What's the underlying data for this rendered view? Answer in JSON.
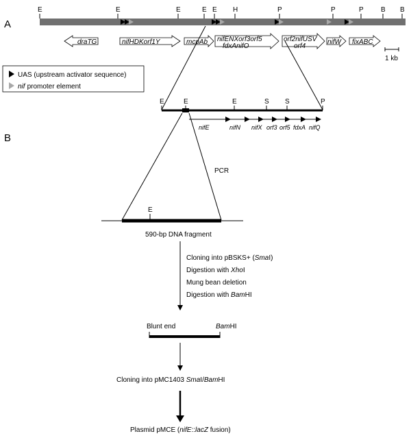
{
  "panel_labels": {
    "a": "A",
    "b": "B"
  },
  "restriction_sites": {
    "top": [
      "E",
      "E",
      "E",
      "E",
      "E",
      "H",
      "P",
      "P",
      "P",
      "B",
      "B"
    ],
    "zoom": [
      "E",
      "E",
      "E",
      "S",
      "S",
      "P"
    ]
  },
  "genes": {
    "draTG": "draTG",
    "nifHDKorf1Y": "nifHDKorf1Y",
    "mcpAb": "mcpAb",
    "nifENX_1": "nifENXorf3orf5",
    "nifENX_2": "fdxAnifO",
    "orf2_1": "orf2nifUSV",
    "orf2_2": "orf4",
    "nifW": "nifW",
    "fixABC": "fixABC"
  },
  "scale": "1 kb",
  "legend": {
    "uas": "UAS (upstream activator sequence)",
    "nif_italic": "nif",
    "nif_rest": "promoter element"
  },
  "zoom_genes": [
    "nifE",
    "nifN",
    "nifX",
    "orf3",
    "orf5",
    "fdxA",
    "nifQ"
  ],
  "pcr": "PCR",
  "fragment": {
    "site": "E",
    "caption": "590-bp DNA fragment"
  },
  "steps": {
    "s1_a": "Cloning into pBSKS+ (",
    "s1_b": "Sma",
    "s1_c": "I)",
    "s2_a": "Digestion with ",
    "s2_b": "Xho",
    "s2_c": "I",
    "s3": "Mung bean deletion",
    "s4_a": "Digestion with ",
    "s4_b": "Bam",
    "s4_c": "HI"
  },
  "ends": {
    "blunt": "Blunt end",
    "bam_b": "Bam",
    "bam_c": "HI"
  },
  "cloning2": {
    "a": "Cloning into pMC1403 ",
    "b": "Sma",
    "c": "I/",
    "d": "Bam",
    "e": "HI"
  },
  "plasmid": {
    "a": "Plasmid pMCE (",
    "b": "nifE",
    "c": "::",
    "d": "lacZ",
    "e": " fusion)"
  }
}
